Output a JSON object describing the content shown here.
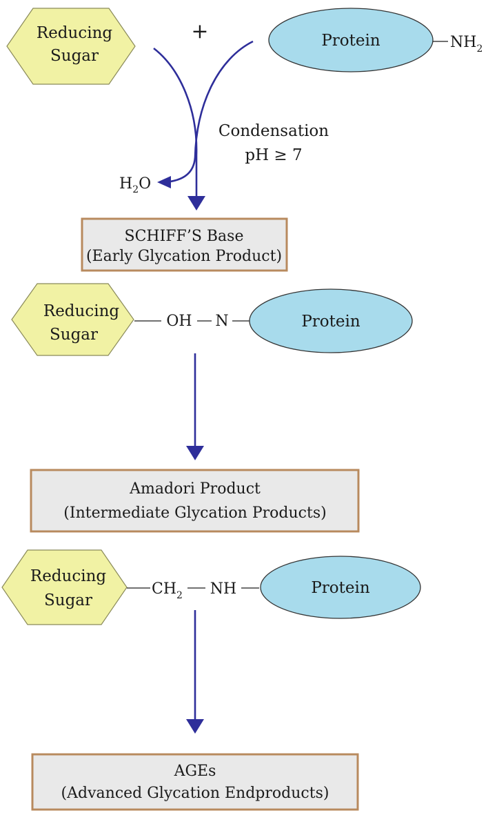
{
  "diagram": {
    "reactants": {
      "sugar": [
        "Reducing",
        "Sugar"
      ],
      "plus": "+",
      "protein": "Protein",
      "amine": {
        "main": "NH",
        "sub": "2"
      }
    },
    "step1": {
      "condition_line1": "Condensation",
      "condition_line2": "pH ≥ 7",
      "byproduct": {
        "pre": "H",
        "sub": "2",
        "post": "O"
      }
    },
    "schiff_box": [
      "SCHIFF’S Base",
      "(Early Glycation Product)"
    ],
    "schiff_structure": {
      "sugar": [
        "Reducing",
        "Sugar"
      ],
      "link1": "OH",
      "link2": "N",
      "protein": "Protein"
    },
    "amadori_box": [
      "Amadori Product",
      "(Intermediate Glycation Products)"
    ],
    "amadori_structure": {
      "sugar": [
        "Reducing",
        "Sugar"
      ],
      "link1": {
        "main": "CH",
        "sub": "2"
      },
      "link2": "NH",
      "protein": "Protein"
    },
    "ages_box": [
      "AGEs",
      "(Advanced Glycation Endproducts)"
    ],
    "colors": {
      "arrow": "#2e2e9a",
      "sugar_fill": "#f1f2a4",
      "protein_fill": "#a8dbec",
      "box_fill": "#e9e9e9",
      "box_border": "#b88a5e"
    }
  }
}
